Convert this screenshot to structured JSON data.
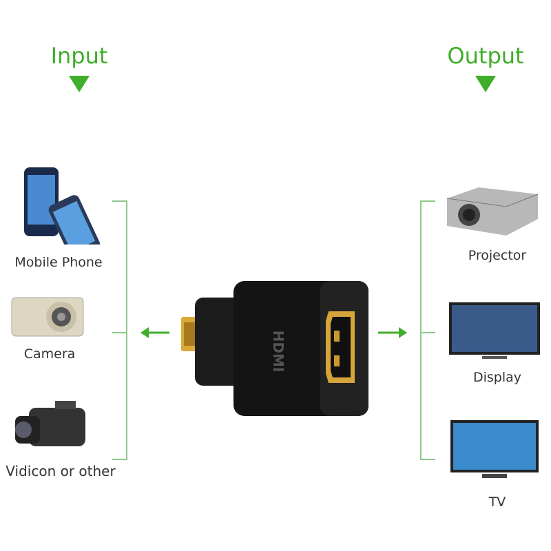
{
  "input": {
    "title": "Input",
    "devices": [
      {
        "label": "Mobile Phone",
        "icon": "mobile-phone-icon"
      },
      {
        "label": "Camera",
        "icon": "camera-icon"
      },
      {
        "label": "Vidicon or other",
        "icon": "camcorder-icon"
      }
    ]
  },
  "output": {
    "title": "Output",
    "devices": [
      {
        "label": "Projector",
        "icon": "projector-icon"
      },
      {
        "label": "Display",
        "icon": "monitor-icon"
      },
      {
        "label": "TV",
        "icon": "tv-icon"
      }
    ]
  },
  "adapter": {
    "brand": "HDMI"
  },
  "colors": {
    "accent": "#3fae2a",
    "bracket": "#8fc98a"
  }
}
